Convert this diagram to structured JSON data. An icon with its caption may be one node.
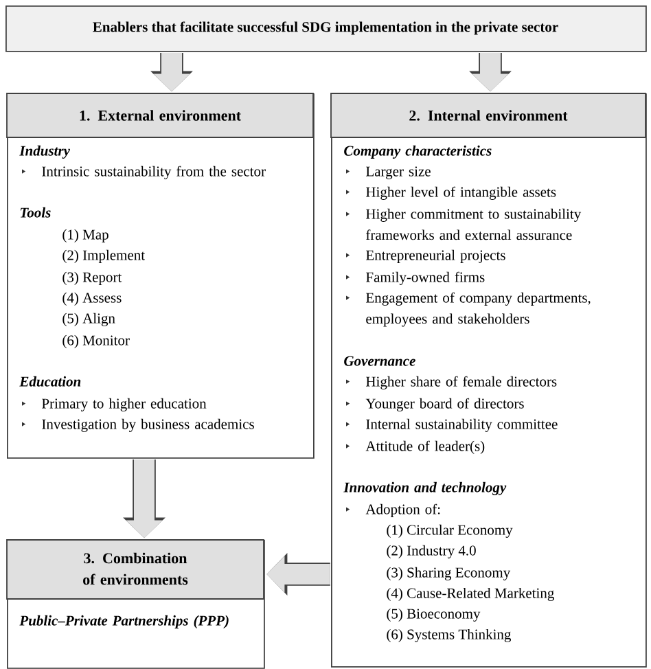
{
  "diagram": {
    "nodes": [
      {
        "text": [
          "Enablers that facilitate successful SDG implementation in the private sector"
        ]
      },
      {
        "text": [
          "1. External environment",
          "Industry",
          "Intrinsic sustainability from the sector",
          "Tools",
          "(1) Map",
          "(2) Implement",
          "(3) Report",
          "(4) Assess",
          "(5) Align",
          "(6) Monitor",
          "Education",
          "Primary to higher education",
          "Investigation by business academics"
        ]
      },
      {
        "text": [
          "2. Internal environment",
          "Company characteristics",
          "Larger size",
          "Higher level of intangible assets",
          "Higher commitment to sustainability frameworks and external assurance",
          "Entrepreneurial projects",
          "Family-owned firms",
          "Engagement of company departments, employees and stakeholders",
          "Governance",
          "Higher share of female directors",
          "Younger board of directors",
          "Internal sustainability committee",
          "Attitude of leader(s)",
          "Innovation and technology",
          "Adoption of:",
          "(1) Circular Economy",
          "(2) Industry 4.0",
          "(3) Sharing Economy",
          "(4) Cause-Related Marketing",
          "(5) Bioeconomy",
          "(6) Systems Thinking"
        ]
      },
      {
        "text": [
          "3. Combination of environments",
          "Public–Private Partnerships (PPP)"
        ]
      }
    ],
    "edges": [
      {
        "from": 0,
        "to": 1,
        "arrow": "to"
      },
      {
        "from": 0,
        "to": 2,
        "arrow": "to"
      },
      {
        "from": 1,
        "to": 3,
        "arrow": "to"
      },
      {
        "from": 2,
        "to": 3,
        "arrow": "to"
      }
    ]
  }
}
